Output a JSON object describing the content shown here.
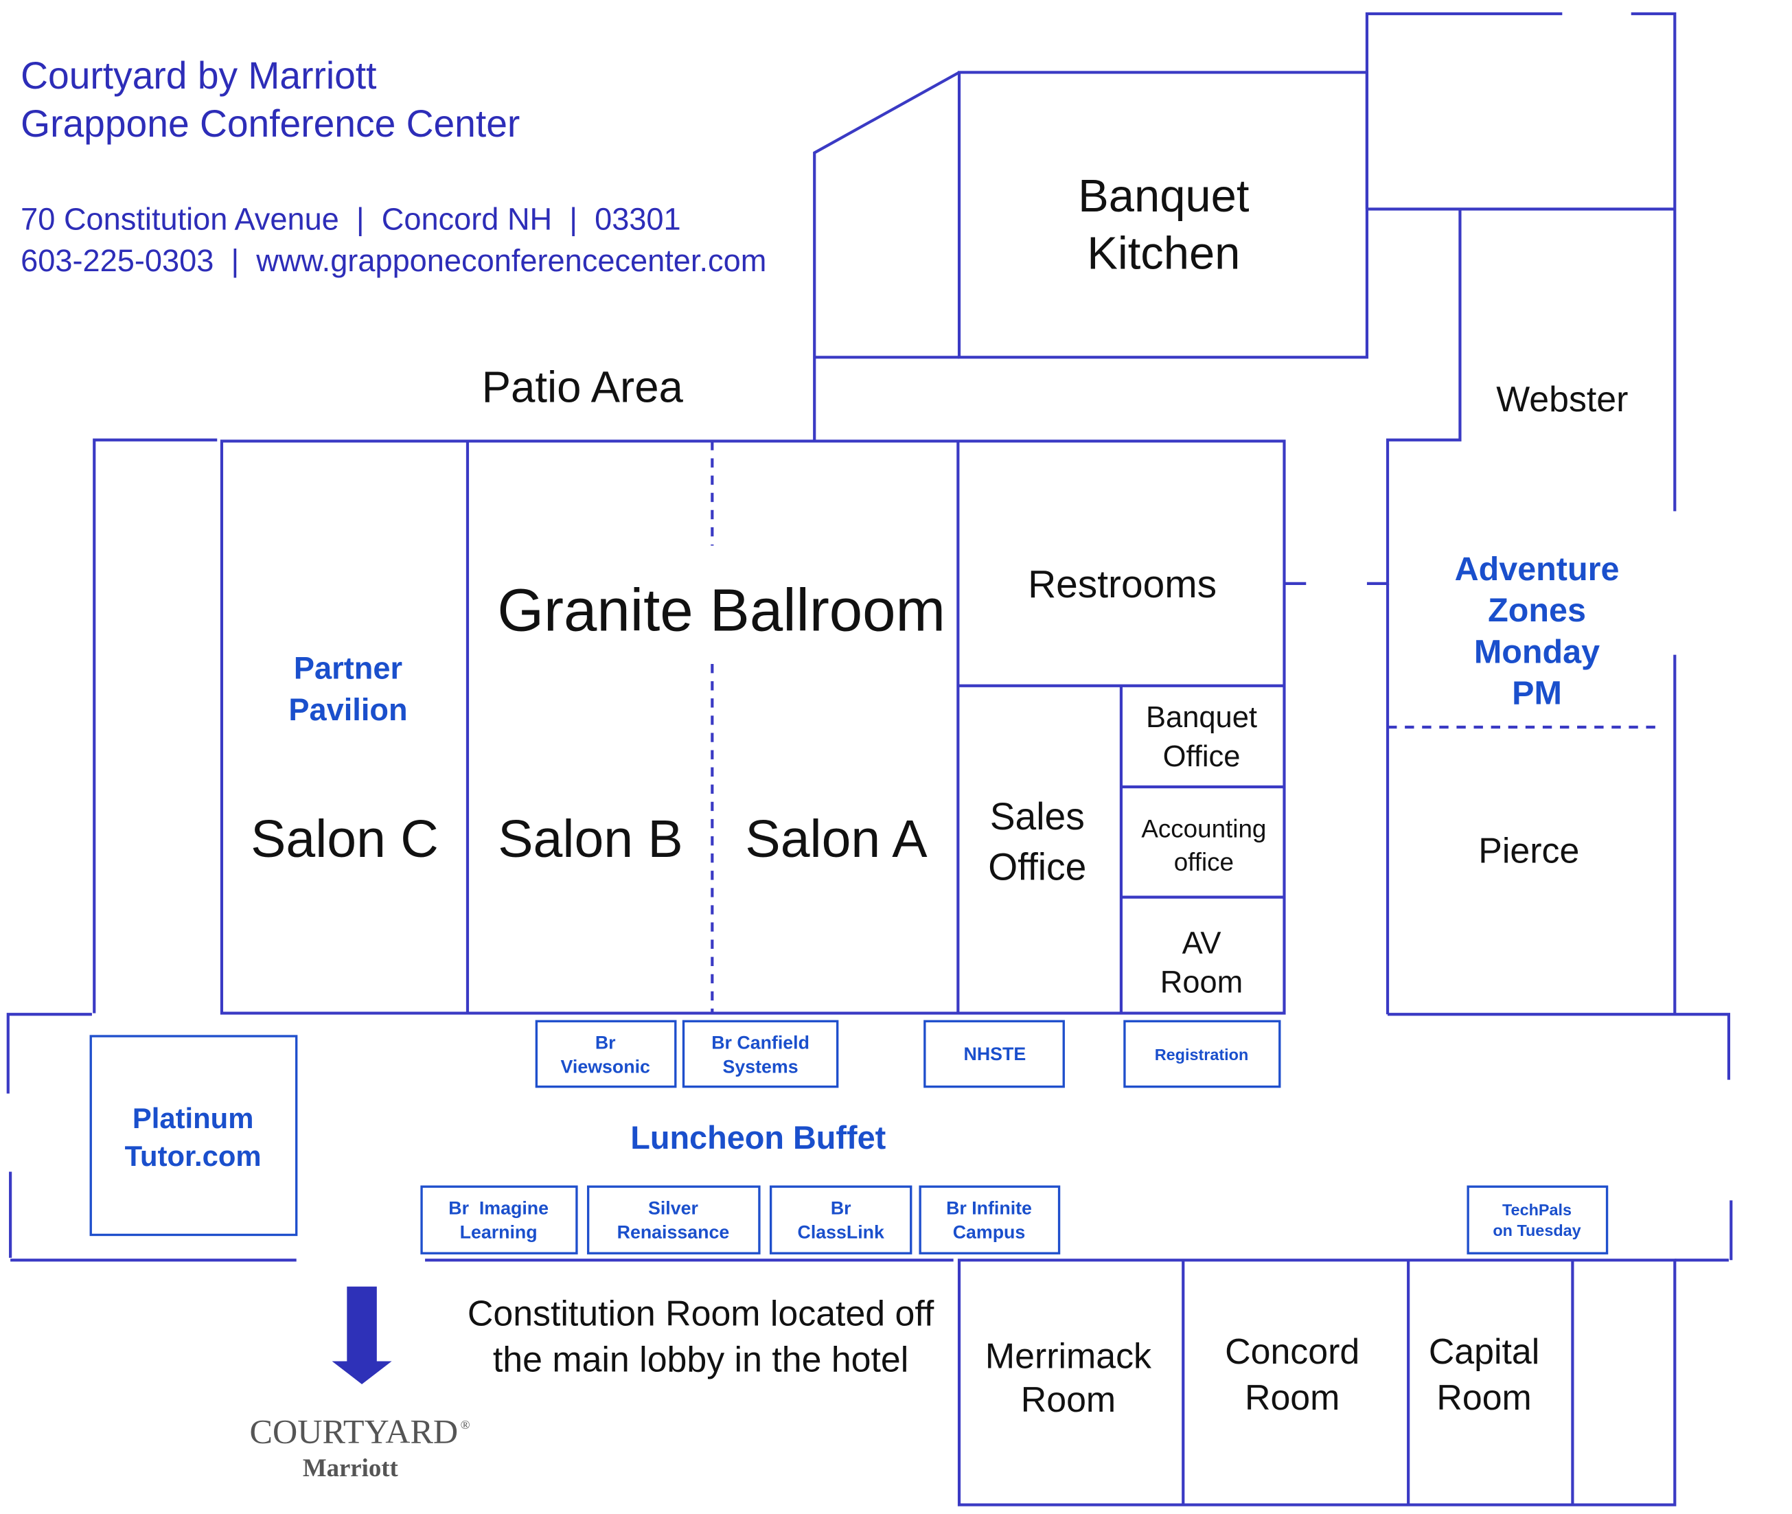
{
  "header": {
    "line1": "Courtyard by Marriott",
    "line2": "Grappone Conference Center",
    "address": "70 Constitution Avenue  |  Concord NH  |  03301",
    "contact": "603-225-0303  |  www.grapponeconferencecenter.com"
  },
  "rooms": {
    "banquet_kitchen": [
      "Banquet",
      "Kitchen"
    ],
    "patio": "Patio Area",
    "webster": "Webster",
    "adventure_zones": [
      "Adventure",
      "Zones",
      "Monday",
      "PM"
    ],
    "pierce": "Pierce",
    "restrooms": "Restrooms",
    "granite_ballroom": "Granite Ballroom",
    "partner_pavilion": [
      "Partner",
      "Pavilion"
    ],
    "salon_c": "Salon C",
    "salon_b": "Salon B",
    "salon_a": "Salon A",
    "sales_office": [
      "Sales",
      "Office"
    ],
    "banquet_office": [
      "Banquet",
      "Office"
    ],
    "accounting_office": [
      "Accounting",
      "office"
    ],
    "av_room": [
      "AV",
      "Room"
    ],
    "luncheon_buffet": "Luncheon Buffet",
    "platinum": [
      "Platinum",
      "Tutor.com"
    ],
    "merrimack": [
      "Merrimack",
      "Room"
    ],
    "concord": [
      "Concord",
      "Room"
    ],
    "capital": [
      "Capital",
      "Room"
    ]
  },
  "booths_top": [
    [
      "Br",
      "Viewsonic"
    ],
    [
      "Br Canfield",
      "Systems"
    ],
    [
      "NHSTE"
    ],
    [
      "Registration"
    ]
  ],
  "booths_bottom": [
    [
      "Br  Imagine",
      "Learning"
    ],
    [
      "Silver",
      "Renaissance"
    ],
    [
      "Br",
      "ClassLink"
    ],
    [
      "Br Infinite",
      "Campus"
    ],
    [
      "TechPals",
      "on Tuesday"
    ]
  ],
  "note": [
    "Constitution Room located off",
    "the main lobby in the hotel"
  ],
  "logo": {
    "brand": "COURTYARD",
    "sub": "Marriott",
    "reg": "®"
  },
  "colors": {
    "wall": "#3a3ac4",
    "label_blue": "#1a4fcc",
    "header": "#2d2db8"
  }
}
